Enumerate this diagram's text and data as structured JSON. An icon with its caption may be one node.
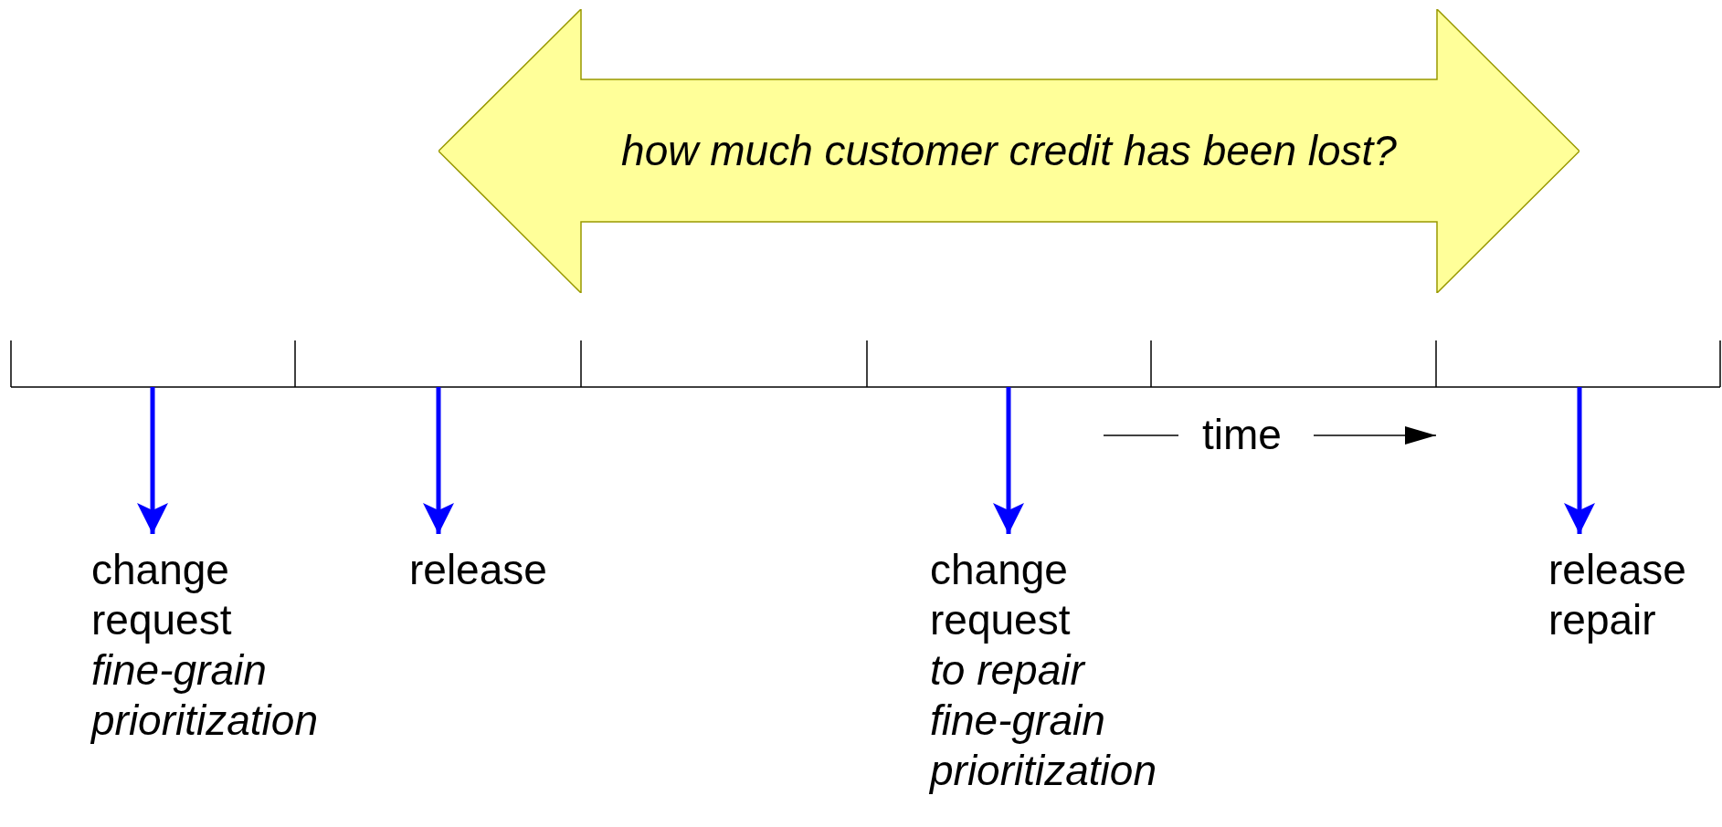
{
  "diagram": {
    "nodes": [
      {
        "text": [
          "how much customer credit has been lost?"
        ]
      },
      {
        "text": [
          "change request",
          "fine-grain prioritization"
        ]
      },
      {
        "text": [
          "release"
        ]
      },
      {
        "text": [
          "change request",
          "to repair fine-grain prioritization"
        ]
      },
      {
        "text": [
          "release repair"
        ]
      }
    ],
    "edges": [
      {
        "from": null,
        "to": 1,
        "arrow": "to",
        "color": "#0000ff"
      },
      {
        "from": null,
        "to": 2,
        "arrow": "to",
        "color": "#0000ff"
      },
      {
        "from": null,
        "to": 3,
        "arrow": "to",
        "color": "#0000ff"
      },
      {
        "from": null,
        "to": 4,
        "arrow": "to",
        "color": "#0000ff"
      }
    ],
    "labels": [
      "time"
    ]
  }
}
